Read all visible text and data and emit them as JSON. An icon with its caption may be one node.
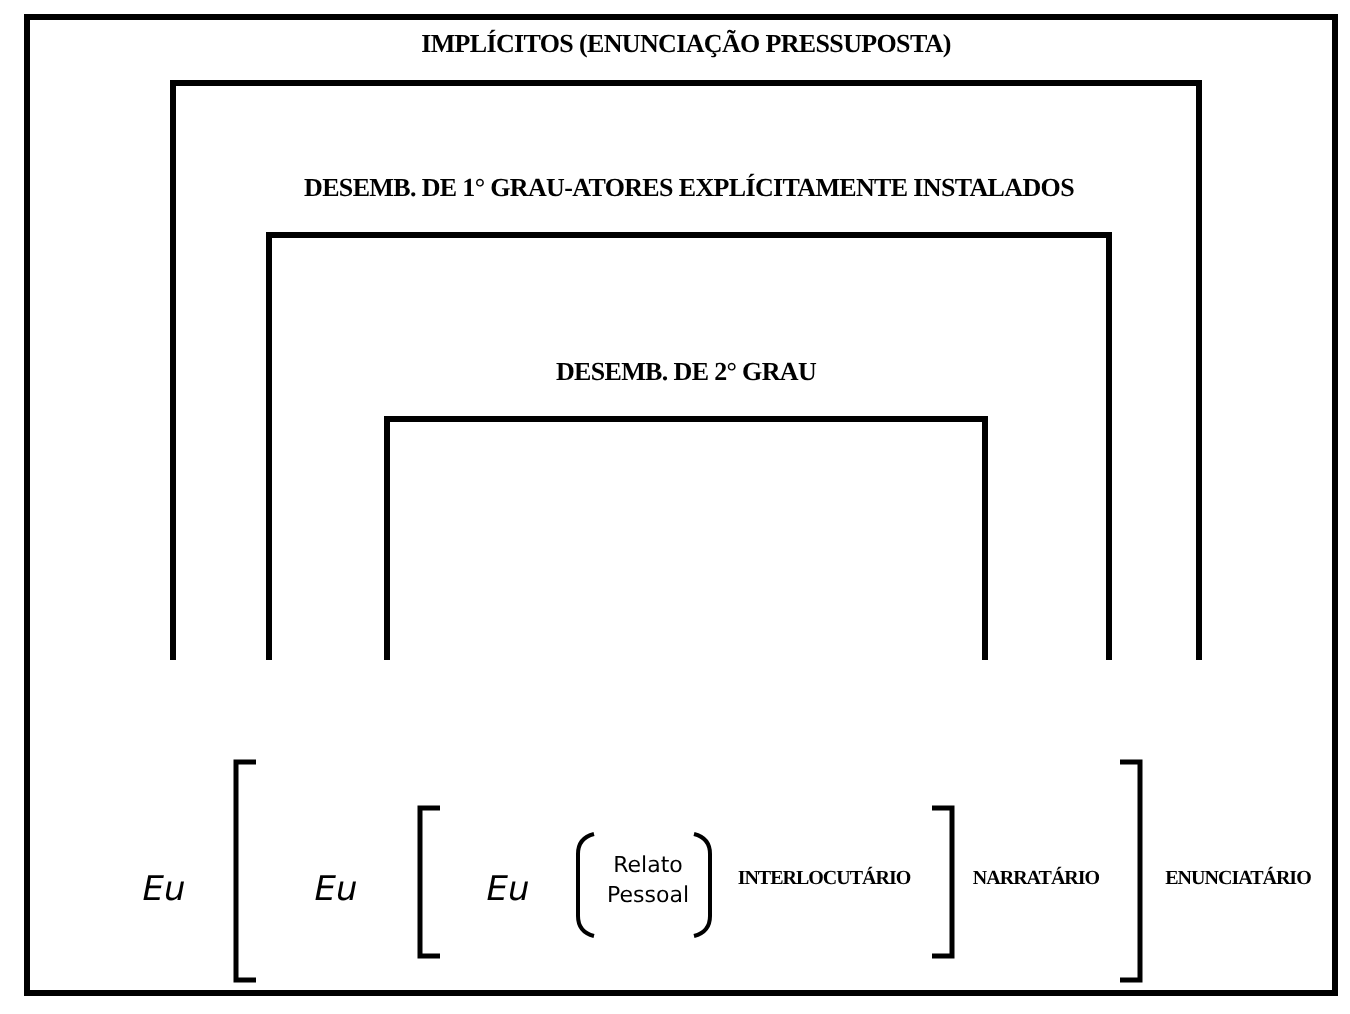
{
  "diagram": {
    "nodes": [
      {
        "text": [
          "IMPLÍCITOS (ENUNCIAÇÃO PRESSUPOSTA)"
        ]
      },
      {
        "text": [
          "DESEMB. DE 1° GRAU-ATORES EXPLÍCITAMENTE INSTALADOS"
        ],
        "in": 0
      },
      {
        "text": [
          "DESEMB. DE 2° GRAU"
        ],
        "in": 1
      }
    ],
    "labels": [
      "Eu",
      "Eu",
      "Eu",
      "Relato Pessoal",
      "INTERLOCUTÁRIO",
      "NARRATÁRIO",
      "ENUNCIATÁRIO"
    ]
  }
}
